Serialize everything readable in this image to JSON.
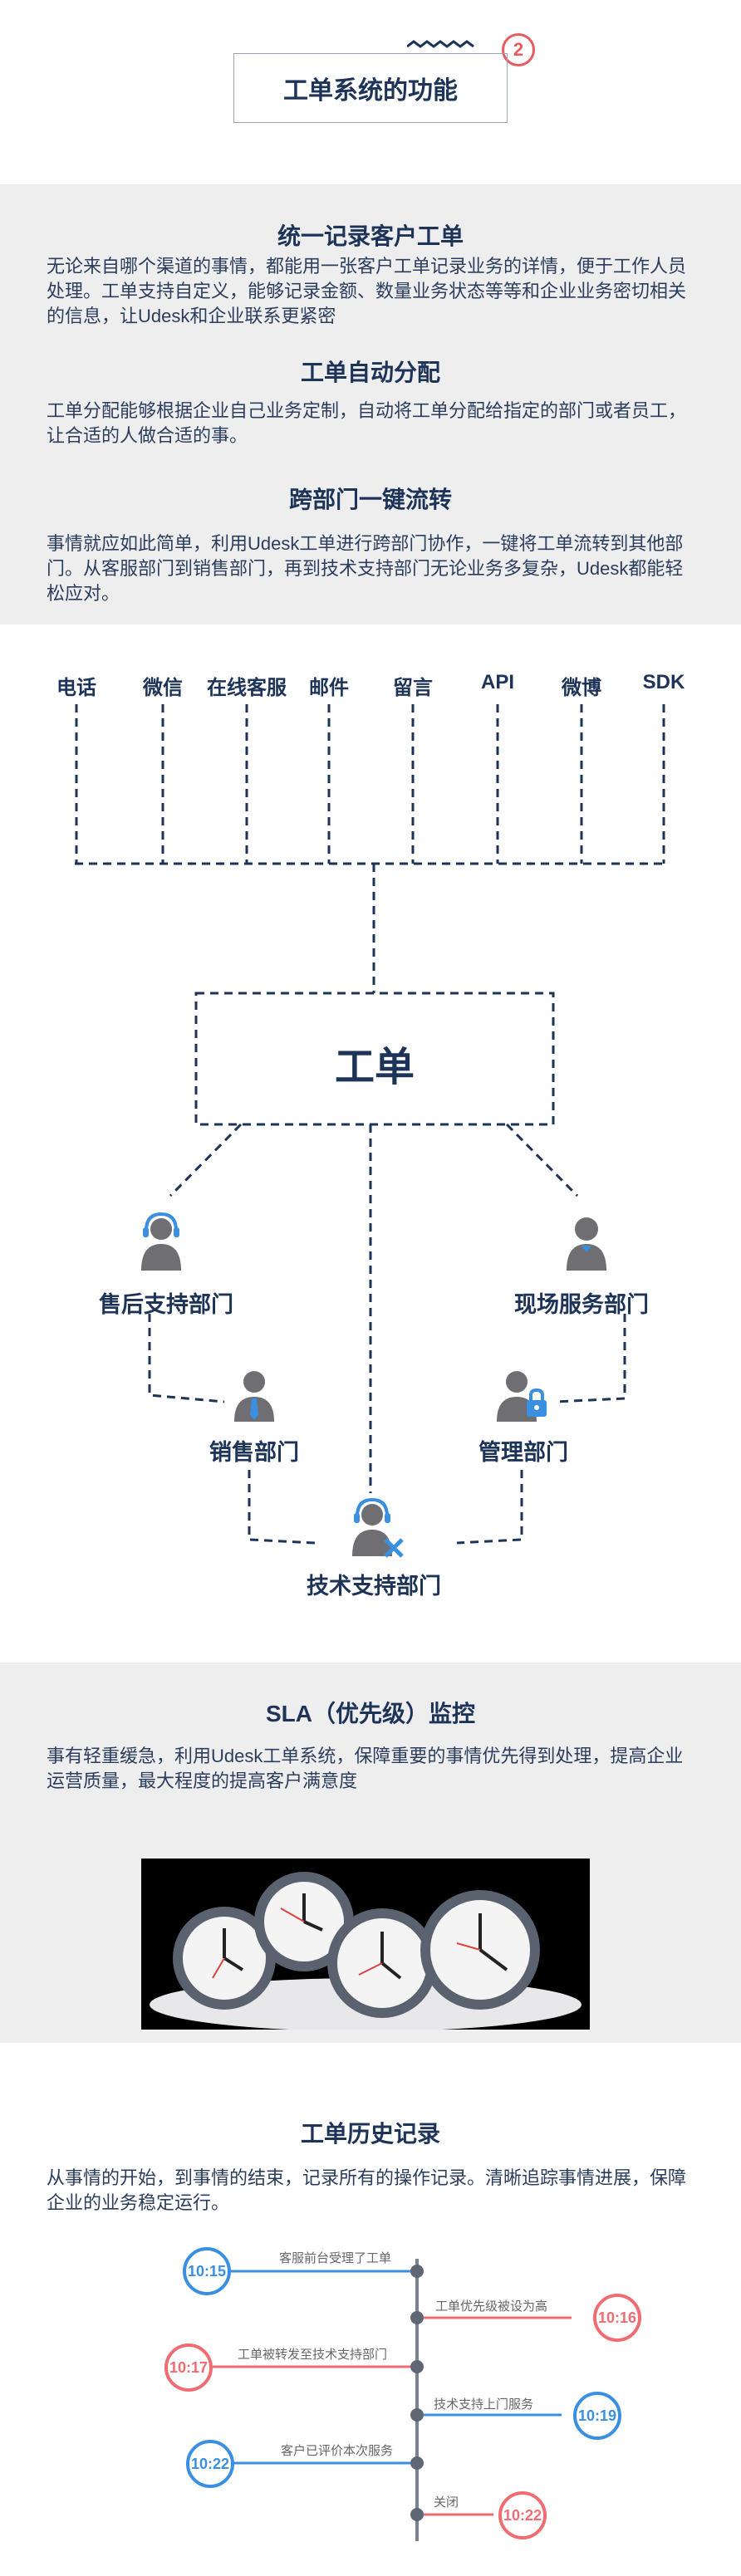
{
  "header": {
    "title": "工单系统的功能",
    "step_number": "2"
  },
  "features": [
    {
      "title": "统一记录客户工单",
      "text": "无论来自哪个渠道的事情，都能用一张客户工单记录业务的详情，便于工作人员处理。工单支持自定义，能够记录金额、数量业务状态等等和企业业务密切相关的信息，让Udesk和企业联系更紧密"
    },
    {
      "title": "工单自动分配",
      "text": "工单分配能够根据企业自己业务定制，自动将工单分配给指定的部门或者员工，让合适的人做合适的事。"
    },
    {
      "title": "跨部门一键流转",
      "text": "事情就应如此简单，利用Udesk工单进行跨部门协作，一键将工单流转到其他部门。从客服部门到销售部门，再到技术支持部门无论业务多复杂，Udesk都能轻松应对。"
    }
  ],
  "flow": {
    "channels": [
      "电话",
      "微信",
      "在线客服",
      "邮件",
      "留言",
      "API",
      "微博",
      "SDK"
    ],
    "center_label": "工单",
    "departments": {
      "after_sales": "售后支持部门",
      "field_service": "现场服务部门",
      "sales": "销售部门",
      "management": "管理部门",
      "tech_support": "技术支持部门"
    }
  },
  "sla": {
    "title": "SLA（优先级）监控",
    "text": "事有轻重缓急，利用Udesk工单系统，保障重要的事情优先得到处理，提高企业运营质量，最大程度的提高客户满意度"
  },
  "history": {
    "title": "工单历史记录",
    "text": "从事情的开始，到事情的结束，记录所有的操作记录。清晰追踪事情进展，保障企业的业务稳定运行。",
    "events": [
      {
        "time": "10:15",
        "label": "客服前台受理了工单",
        "side": "left",
        "color": "#3a8fe0"
      },
      {
        "time": "10:16",
        "label": "工单优先级被设为高",
        "side": "right",
        "color": "#ef6d72"
      },
      {
        "time": "10:17",
        "label": "工单被转发至技术支持部门",
        "side": "left",
        "color": "#ef6d72"
      },
      {
        "time": "10:19",
        "label": "技术支持上门服务",
        "side": "right",
        "color": "#3a8fe0"
      },
      {
        "time": "10:22",
        "label": "客户已评价本次服务",
        "side": "left",
        "color": "#3a8fe0"
      },
      {
        "time": "10:22",
        "label": "关闭",
        "side": "right",
        "color": "#ef6d72"
      }
    ]
  },
  "colors": {
    "navy": "#1d3358",
    "section_bg": "#eeeeef",
    "accent_red": "#e85a5f",
    "accent_blue": "#3a8fe0"
  }
}
